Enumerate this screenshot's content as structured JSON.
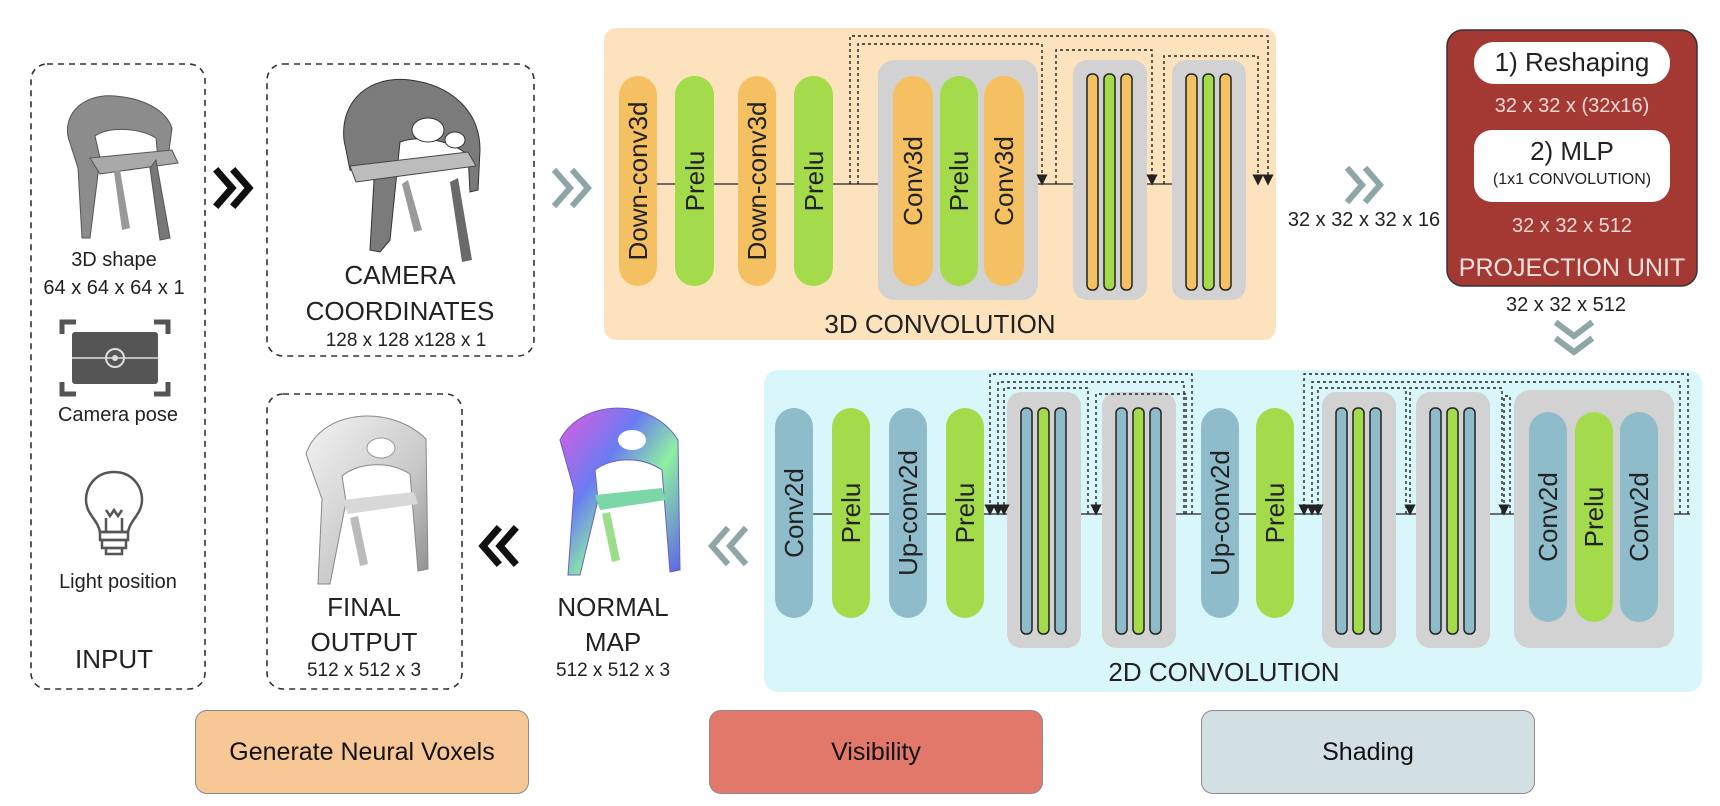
{
  "input_panel": {
    "shape_label": "3D shape",
    "shape_dims": "64 x 64 x 64 x 1",
    "camera_label": "Camera pose",
    "light_label": "Light position",
    "title": "INPUT"
  },
  "camera_coords": {
    "title_line1": "CAMERA",
    "title_line2": "COORDINATES",
    "dims": "128 x 128 x128 x 1"
  },
  "conv3d": {
    "title": "3D CONVOLUTION",
    "layers": [
      "Down-conv3d",
      "Prelu",
      "Down-conv3d",
      "Prelu"
    ],
    "block_layers": [
      "Conv3d",
      "Prelu",
      "Conv3d"
    ],
    "output_dims": "32 x 32 x 32 x 16"
  },
  "projection": {
    "title": "PROJECTION UNIT",
    "step1": "1) Reshaping",
    "step1_dims": "32 x 32 x  (32x16)",
    "step2": "2) MLP",
    "step2_sub": "(1x1 CONVOLUTION)",
    "step2_dims": "32 x 32 x 512",
    "output_dims": "32 x 32 x 512"
  },
  "conv2d": {
    "title": "2D CONVOLUTION",
    "layers_a": [
      "Conv2d",
      "Prelu",
      "Up-conv2d",
      "Prelu"
    ],
    "layers_b": [
      "Up-conv2d",
      "Prelu"
    ],
    "block_layers": [
      "Conv2d",
      "Prelu",
      "Conv2d"
    ]
  },
  "normal_map": {
    "title_line1": "NORMAL",
    "title_line2": "MAP",
    "dims": "512 x 512 x 3"
  },
  "final_output": {
    "title_line1": "FINAL",
    "title_line2": "OUTPUT",
    "dims": "512 x 512 x 3"
  },
  "legend": {
    "neural_voxels": "Generate Neural Voxels",
    "visibility": "Visibility",
    "shading": "Shading"
  },
  "colors": {
    "conv3d_bg": "#fde3bd",
    "conv2d_bg": "#d9f6fb",
    "projection_bg": "#a43934",
    "orange_layer": "#f5c061",
    "green_layer": "#a4db4a",
    "blue_layer": "#8fbccb",
    "block_gray": "#d2d2d2",
    "legend_voxels": "#f7c896",
    "legend_visibility": "#e1786a",
    "legend_shading": "#d3e0e3"
  }
}
